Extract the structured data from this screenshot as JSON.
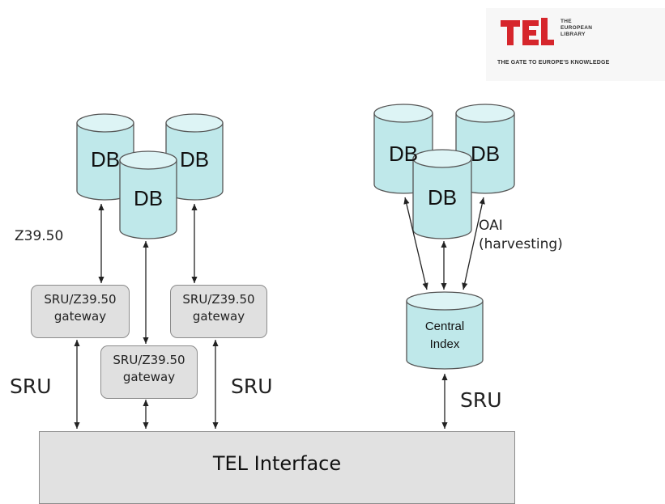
{
  "logo": {
    "mark": "TEL",
    "words": [
      "THE",
      "EUROPEAN",
      "LIBRARY"
    ],
    "tagline": "THE GATE TO EUROPE'S KNOWLEDGE",
    "brand_color": "#d6262c"
  },
  "databases": [
    "DB",
    "DB",
    "DB",
    "DB",
    "DB",
    "DB"
  ],
  "protocol_z3950": "Z39.50",
  "oai_label": [
    "OAI",
    "(harvesting)"
  ],
  "gateways": [
    {
      "line1": "SRU/Z39.50",
      "line2": "gateway"
    },
    {
      "line1": "SRU/Z39.50",
      "line2": "gateway"
    },
    {
      "line1": "SRU/Z39.50",
      "line2": "gateway"
    }
  ],
  "central_index": [
    "Central",
    "Index"
  ],
  "sru_labels": [
    "SRU",
    "SRU",
    "SRU"
  ],
  "tel_interface": "TEL Interface",
  "colors": {
    "db_fill": "#bfe8ea",
    "db_stroke": "#555555",
    "gateway_fill": "#e0e0e0",
    "interface_fill": "#e1e1e1",
    "arrow": "#222222"
  }
}
